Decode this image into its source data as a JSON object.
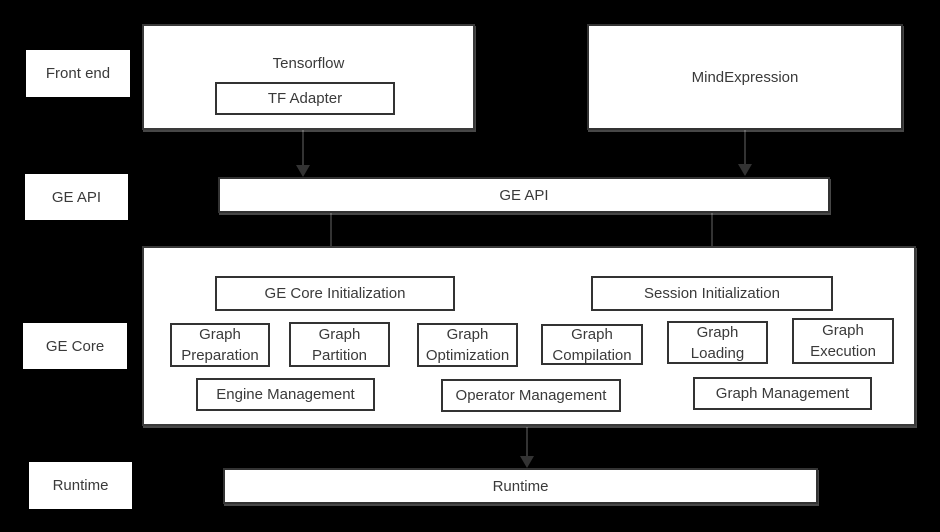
{
  "colors": {
    "background": "#000000",
    "box_fill": "#ffffff",
    "border": "#333333",
    "text": "#3a3a3a",
    "arrow": "#333333"
  },
  "side_labels": {
    "front_end": "Front end",
    "ge_api": "GE API",
    "ge_core": "GE Core",
    "runtime": "Runtime"
  },
  "front_end_row": {
    "tensorflow_title": "Tensorflow",
    "tf_adapter": "TF Adapter",
    "mind_expression": "MindExpression"
  },
  "ge_api_bar_label": "GE API",
  "ge_core_box": {
    "init": [
      "GE Core Initialization",
      "Session Initialization"
    ],
    "functions": [
      "Graph Preparation",
      "Graph Partition",
      "Graph Optimization",
      "Graph Compilation",
      "Graph Loading",
      "Graph Execution"
    ],
    "management": [
      "Engine Management",
      "Operator Management",
      "Graph Management"
    ]
  },
  "runtime_bar_label": "Runtime"
}
